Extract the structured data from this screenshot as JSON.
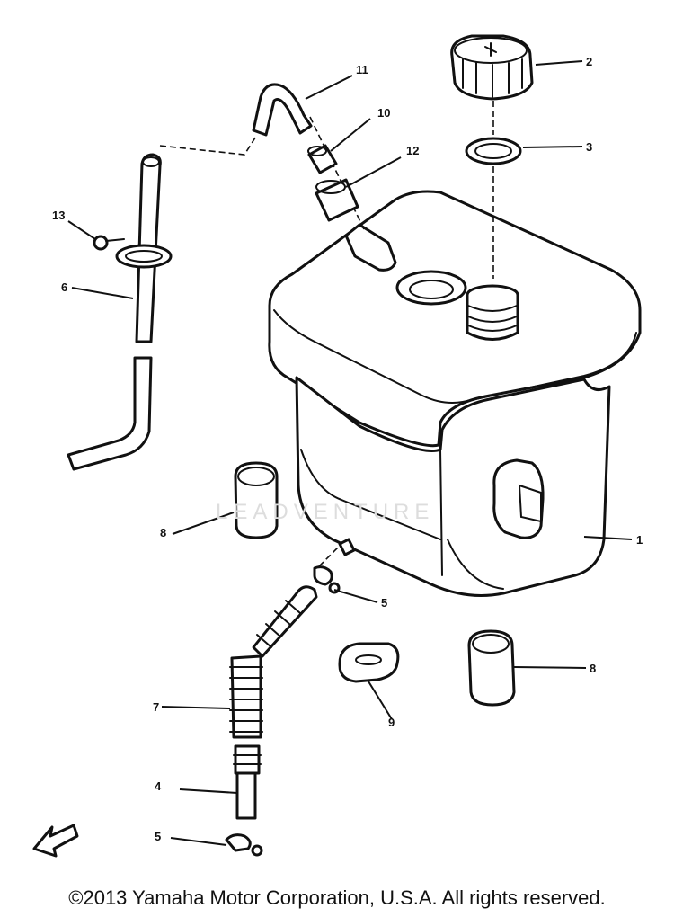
{
  "callouts": [
    {
      "id": "c1",
      "text": "1"
    },
    {
      "id": "c2",
      "text": "2"
    },
    {
      "id": "c3",
      "text": "3"
    },
    {
      "id": "c4",
      "text": "4"
    },
    {
      "id": "c5a",
      "text": "5"
    },
    {
      "id": "c5b",
      "text": "5"
    },
    {
      "id": "c6",
      "text": "6"
    },
    {
      "id": "c7",
      "text": "7"
    },
    {
      "id": "c8a",
      "text": "8"
    },
    {
      "id": "c8b",
      "text": "8"
    },
    {
      "id": "c9",
      "text": "9"
    },
    {
      "id": "c10",
      "text": "10"
    },
    {
      "id": "c11",
      "text": "11"
    },
    {
      "id": "c12",
      "text": "12"
    },
    {
      "id": "c13",
      "text": "13"
    }
  ],
  "watermark": {
    "text": "LEADVENTURE"
  },
  "footer": {
    "copyright": "©2013 Yamaha Motor Corporation, U.S.A. All rights reserved."
  }
}
